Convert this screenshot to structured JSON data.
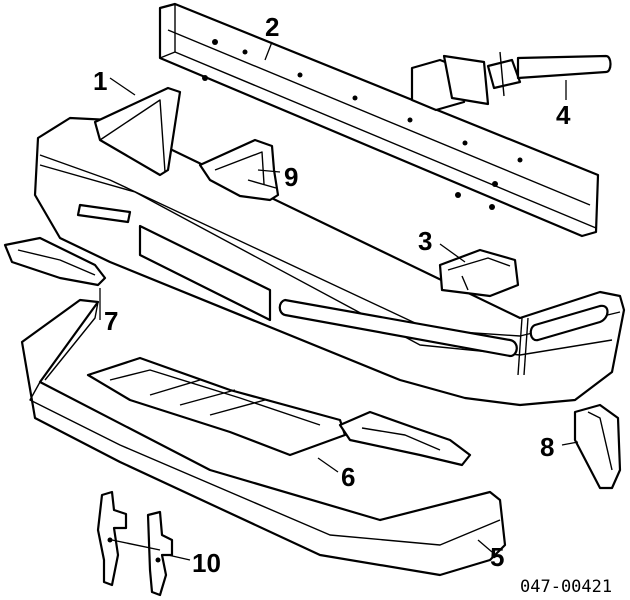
{
  "callouts": [
    {
      "id": "1",
      "label": "1"
    },
    {
      "id": "2",
      "label": "2"
    },
    {
      "id": "3",
      "label": "3"
    },
    {
      "id": "4",
      "label": "4"
    },
    {
      "id": "5",
      "label": "5"
    },
    {
      "id": "6",
      "label": "6"
    },
    {
      "id": "7",
      "label": "7"
    },
    {
      "id": "8",
      "label": "8"
    },
    {
      "id": "9",
      "label": "9"
    },
    {
      "id": "10",
      "label": "10"
    }
  ],
  "diagram_code": "047-00421"
}
